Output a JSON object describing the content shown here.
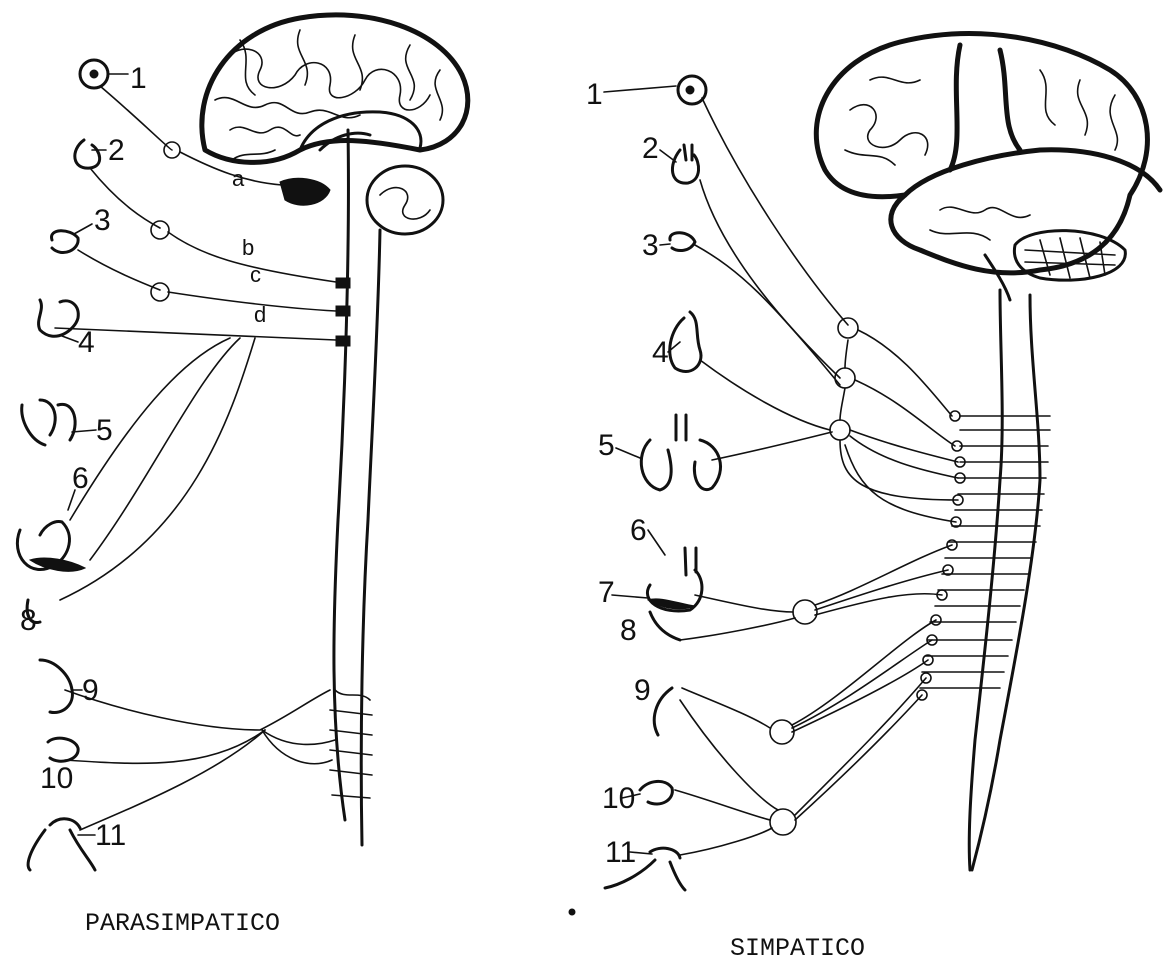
{
  "left": {
    "caption": "PARASIMPATICO",
    "organ_labels": [
      "1",
      "2",
      "3",
      "4",
      "5",
      "6",
      "8",
      "9",
      "10",
      "11"
    ],
    "nerve_letters": [
      "a",
      "b",
      "c",
      "d"
    ]
  },
  "right": {
    "caption": "SIMPATICO",
    "organ_labels": [
      "1",
      "2",
      "3",
      "4",
      "5",
      "6",
      "7",
      "8",
      "9",
      "10",
      "11"
    ]
  }
}
